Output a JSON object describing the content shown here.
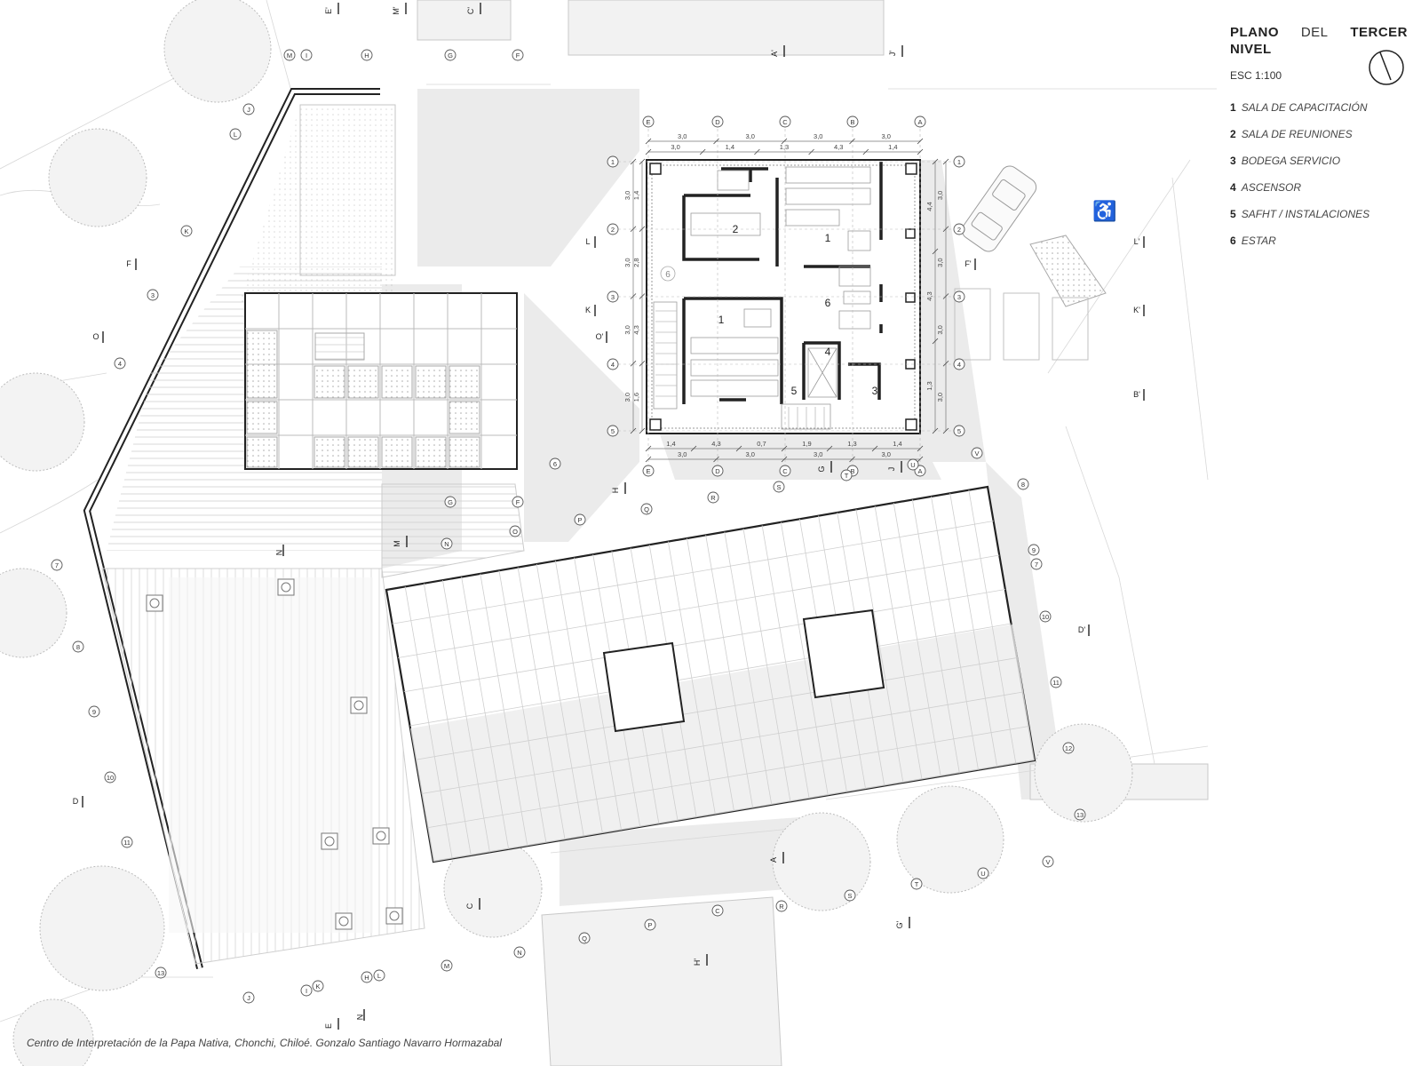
{
  "legend": {
    "title_word1": "PLANO",
    "title_word2": "DEL",
    "title_word3": "TERCER",
    "title_line2": "NIVEL",
    "scale": "ESC 1:100",
    "rooms": [
      {
        "num": "1",
        "name": "SALA DE CAPACITACIÓN"
      },
      {
        "num": "2",
        "name": "SALA DE REUNIONES"
      },
      {
        "num": "3",
        "name": "BODEGA SERVICIO"
      },
      {
        "num": "4",
        "name": "ASCENSOR"
      },
      {
        "num": "5",
        "name": "SAFHT / INSTALACIONES"
      },
      {
        "num": "6",
        "name": "ESTAR"
      }
    ]
  },
  "caption": "Centro de Interpretación de la Papa Nativa, Chonchi, Chiloé. Gonzalo Santiago Navarro Hormazabal",
  "plan": {
    "grid_top": [
      "E",
      "D",
      "C",
      "B",
      "A"
    ],
    "grid_bottom": [
      "E",
      "D",
      "C",
      "B",
      "A"
    ],
    "grid_left": [
      "1",
      "2",
      "3",
      "4",
      "5"
    ],
    "grid_right": [
      "1",
      "2",
      "3",
      "4",
      "5"
    ],
    "dims_top_1": [
      "3,0",
      "3,0",
      "3,0",
      "3,0"
    ],
    "dims_top_2": [
      "3,0",
      "1,4",
      "1,3",
      "4,3",
      "1,4"
    ],
    "dims_bottom_1": [
      "1,4",
      "4,3",
      "0,7",
      "1,9",
      "1,3",
      "1,4"
    ],
    "dims_bottom_2": [
      "3,0",
      "3,0",
      "3,0",
      "3,0"
    ],
    "dims_left_1": [
      "3,0",
      "3,0",
      "3,0",
      "3,0"
    ],
    "dims_left_2": [
      "1,4",
      "2,8",
      "4,3",
      "1,6"
    ],
    "dims_right_1": [
      "3,0",
      "3,0",
      "3,0",
      "3,0"
    ],
    "dims_right_2": [
      "4,4",
      "4,3",
      "1,3"
    ],
    "room_labels": [
      "2",
      "1",
      "6",
      "1",
      "4",
      "5",
      "3",
      "6"
    ],
    "section_marks": [
      "E'",
      "M'",
      "C'",
      "A'",
      "J'",
      "L",
      "L'",
      "F",
      "F'",
      "K",
      "K'",
      "O",
      "O'",
      "B'",
      "D'",
      "H",
      "G",
      "J",
      "N",
      "M",
      "D",
      "C",
      "A",
      "G'",
      "H'",
      "E",
      "N"
    ],
    "site_grid_left": [
      "M",
      "I",
      "H",
      "G",
      "F",
      "J",
      "L",
      "K",
      "3",
      "4",
      "7",
      "8",
      "9",
      "10",
      "11",
      "13"
    ],
    "site_grid_mid": [
      "6",
      "G",
      "F",
      "O",
      "N",
      "P",
      "Q",
      "R",
      "S",
      "T",
      "U",
      "V",
      "8",
      "9",
      "7",
      "10",
      "11",
      "12",
      "13"
    ],
    "site_grid_low": [
      "C",
      "Q",
      "P",
      "N",
      "M",
      "R",
      "S",
      "T",
      "U",
      "V",
      "I",
      "K",
      "H",
      "L",
      "J"
    ]
  }
}
